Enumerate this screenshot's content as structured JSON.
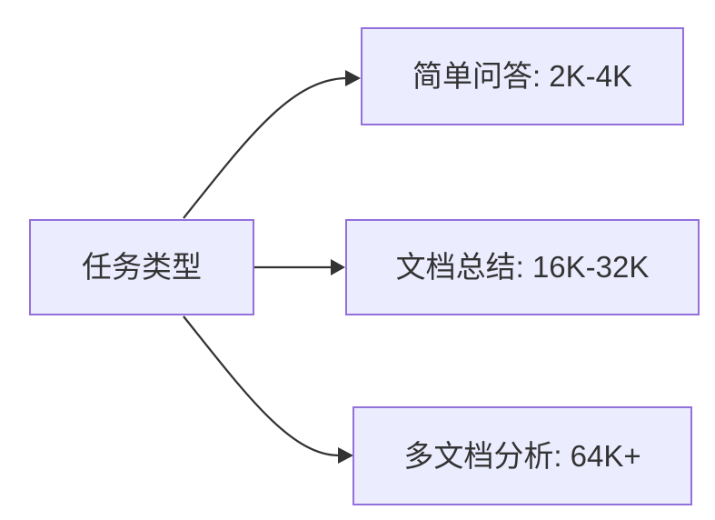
{
  "theme": {
    "background": "#ffffff",
    "node_fill": "#ececff",
    "node_border": "#9370db",
    "edge_color": "#333333",
    "text_color": "#333333"
  },
  "diagram": {
    "type": "flowchart",
    "direction": "LR",
    "root": {
      "label": "任务类型"
    },
    "branches": [
      {
        "label": "简单问答: 2K-4K"
      },
      {
        "label": "文档总结: 16K-32K"
      },
      {
        "label": "多文档分析: 64K+"
      }
    ],
    "edges": [
      {
        "from": "任务类型",
        "to": "简单问答: 2K-4K"
      },
      {
        "from": "任务类型",
        "to": "文档总结: 16K-32K"
      },
      {
        "from": "任务类型",
        "to": "多文档分析: 64K+"
      }
    ]
  }
}
